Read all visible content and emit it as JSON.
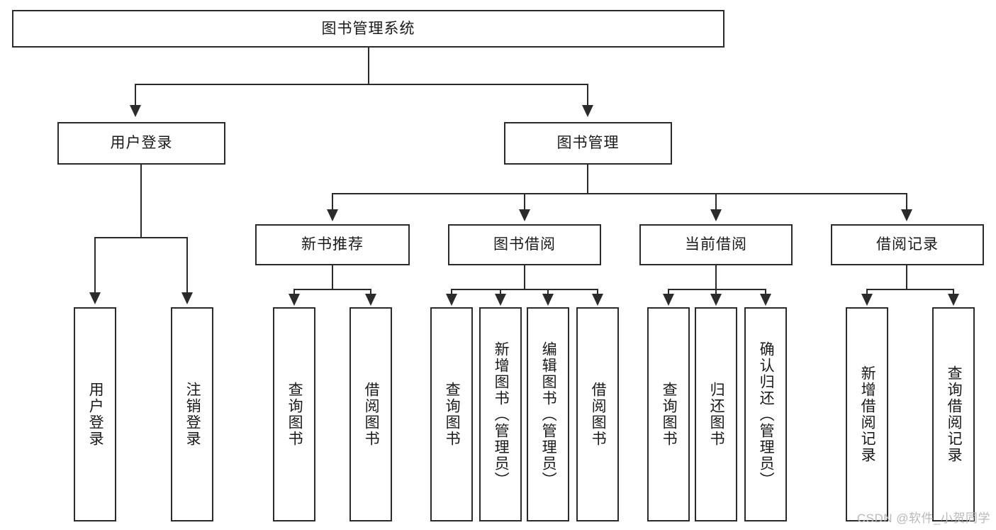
{
  "diagram": {
    "title": "图书管理系统",
    "type": "tree",
    "watermark": "CSDN @软件_小贺同学",
    "colors": {
      "stroke": "#2b2b2b",
      "fill": "#ffffff",
      "text": "#1a1a1a",
      "watermark": "#b9b9b9"
    },
    "root": {
      "label": "图书管理系统",
      "orientation": "horizontal"
    },
    "level2": [
      {
        "label": "用户登录",
        "orientation": "horizontal"
      },
      {
        "label": "图书管理",
        "orientation": "horizontal"
      }
    ],
    "level3": [
      {
        "label": "新书推荐",
        "orientation": "horizontal"
      },
      {
        "label": "图书借阅",
        "orientation": "horizontal"
      },
      {
        "label": "当前借阅",
        "orientation": "horizontal"
      },
      {
        "label": "借阅记录",
        "orientation": "horizontal"
      }
    ],
    "leaves": {
      "user_login": [
        {
          "label": "用户登录",
          "orientation": "vertical"
        },
        {
          "label": "注销登录",
          "orientation": "vertical"
        }
      ],
      "new_book_recommend": [
        {
          "label": "查询图书",
          "orientation": "vertical"
        },
        {
          "label": "借阅图书",
          "orientation": "vertical"
        }
      ],
      "book_borrow": [
        {
          "label": "查询图书",
          "orientation": "vertical"
        },
        {
          "label": "新增图书（管理员）",
          "orientation": "vertical"
        },
        {
          "label": "编辑图书（管理员）",
          "orientation": "vertical"
        },
        {
          "label": "借阅图书",
          "orientation": "vertical"
        }
      ],
      "current_borrow": [
        {
          "label": "查询图书",
          "orientation": "vertical"
        },
        {
          "label": "归还图书",
          "orientation": "vertical"
        },
        {
          "label": "确认归还（管理员）",
          "orientation": "vertical"
        }
      ],
      "borrow_record": [
        {
          "label": "新增借阅记录",
          "orientation": "vertical"
        },
        {
          "label": "查询借阅记录",
          "orientation": "vertical"
        }
      ]
    }
  }
}
